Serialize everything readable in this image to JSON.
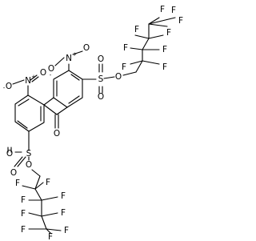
{
  "molecule": {
    "atom_labels": {
      "F": "F",
      "O": "O",
      "S": "S",
      "N": "N",
      "plus": "+",
      "minus": "-"
    }
  }
}
